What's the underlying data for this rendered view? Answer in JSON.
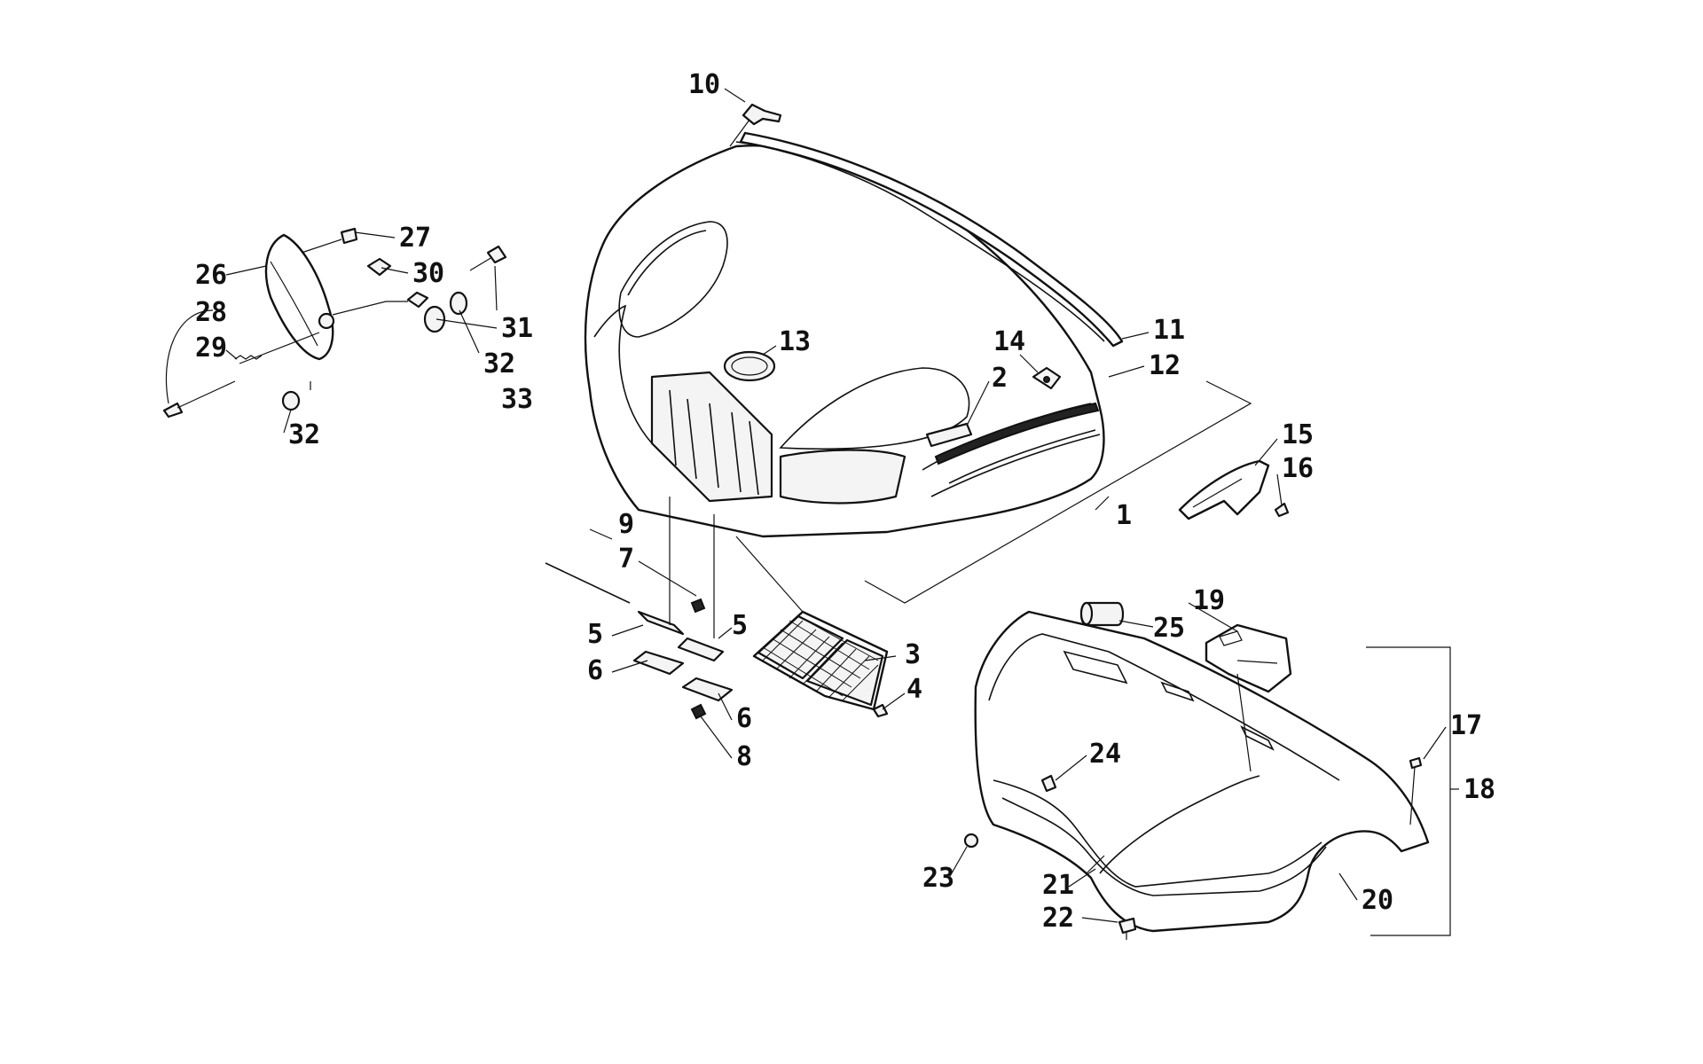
{
  "labels": [
    {
      "id": "1",
      "text": "1"
    },
    {
      "id": "2",
      "text": "2"
    },
    {
      "id": "3",
      "text": "3"
    },
    {
      "id": "4",
      "text": "4"
    },
    {
      "id": "5a",
      "text": "5"
    },
    {
      "id": "5b",
      "text": "5"
    },
    {
      "id": "6a",
      "text": "6"
    },
    {
      "id": "6b",
      "text": "6"
    },
    {
      "id": "7",
      "text": "7"
    },
    {
      "id": "8",
      "text": "8"
    },
    {
      "id": "9",
      "text": "9"
    },
    {
      "id": "10",
      "text": "10"
    },
    {
      "id": "11",
      "text": "11"
    },
    {
      "id": "12",
      "text": "12"
    },
    {
      "id": "13",
      "text": "13"
    },
    {
      "id": "14",
      "text": "14"
    },
    {
      "id": "15",
      "text": "15"
    },
    {
      "id": "16",
      "text": "16"
    },
    {
      "id": "17",
      "text": "17"
    },
    {
      "id": "18",
      "text": "18"
    },
    {
      "id": "19",
      "text": "19"
    },
    {
      "id": "20",
      "text": "20"
    },
    {
      "id": "21",
      "text": "21"
    },
    {
      "id": "22",
      "text": "22"
    },
    {
      "id": "23",
      "text": "23"
    },
    {
      "id": "24",
      "text": "24"
    },
    {
      "id": "25",
      "text": "25"
    },
    {
      "id": "26",
      "text": "26"
    },
    {
      "id": "27",
      "text": "27"
    },
    {
      "id": "28",
      "text": "28"
    },
    {
      "id": "29",
      "text": "29"
    },
    {
      "id": "30",
      "text": "30"
    },
    {
      "id": "31",
      "text": "31"
    },
    {
      "id": "32a",
      "text": "32"
    },
    {
      "id": "32b",
      "text": "32"
    },
    {
      "id": "33",
      "text": "33"
    }
  ]
}
